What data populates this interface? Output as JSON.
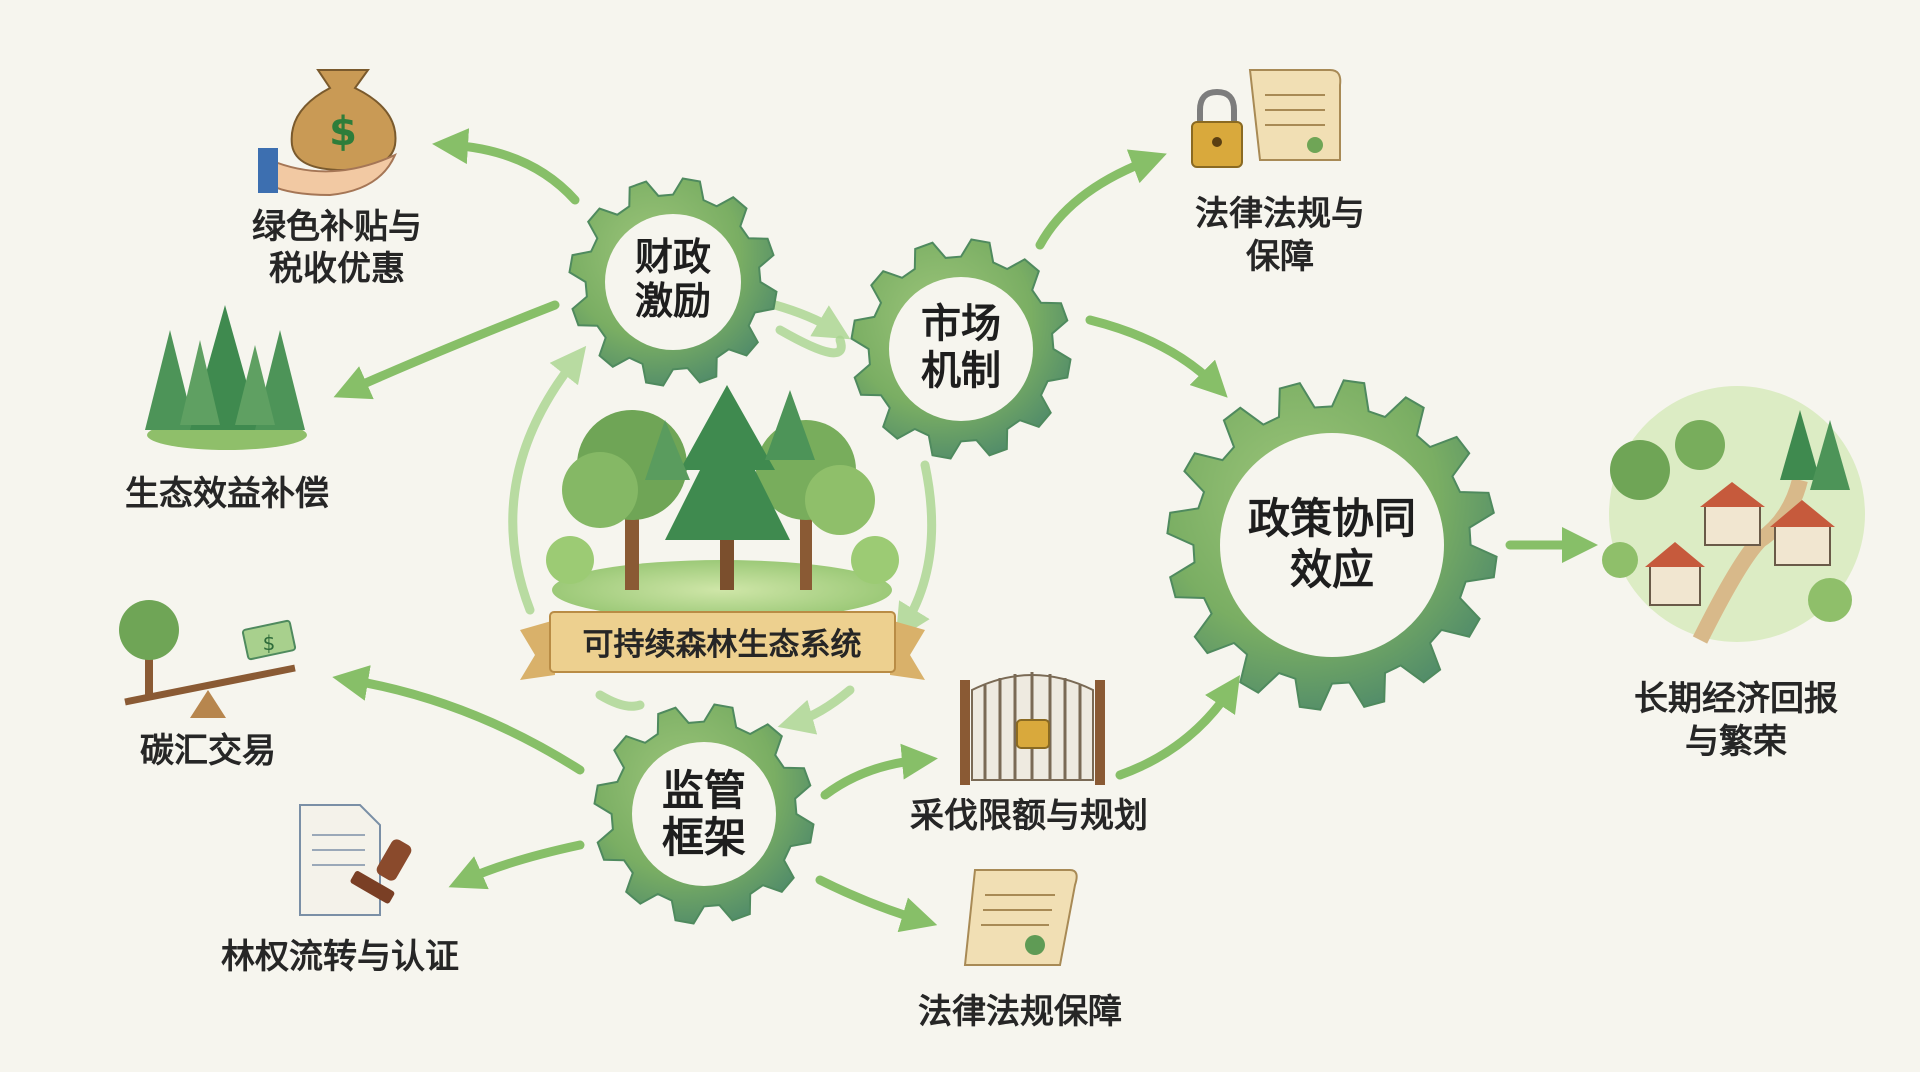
{
  "diagram": {
    "center": {
      "banner": "可持续森林生态系统"
    },
    "gears": {
      "fiscal": {
        "line1": "财政",
        "line2": "激励"
      },
      "market": {
        "line1": "市场",
        "line2": "机制"
      },
      "synergy": {
        "line1": "政策协同",
        "line2": "效应"
      },
      "regulation": {
        "line1": "监管",
        "line2": "框架"
      }
    },
    "labels": {
      "subsidy": {
        "line1": "绿色补贴与",
        "line2": "税收优惠"
      },
      "eco_comp": "生态效益补偿",
      "carbon": "碳汇交易",
      "forest_rights": "林权流转与认证",
      "law_top": {
        "line1": "法律法规与",
        "line2": "保障"
      },
      "harvest": "采伐限额与规划",
      "law_bottom": "法律法规保障",
      "outcome": {
        "line1": "长期经济回报",
        "line2": "与繁荣"
      }
    },
    "icons": {
      "money_bag_symbol": "$",
      "banknote_symbol": "$"
    },
    "colors": {
      "gear_green": "#7fae63",
      "gear_dark": "#4f8a5e",
      "arrow": "#7cba5a",
      "banner": "#e8c98a"
    }
  }
}
